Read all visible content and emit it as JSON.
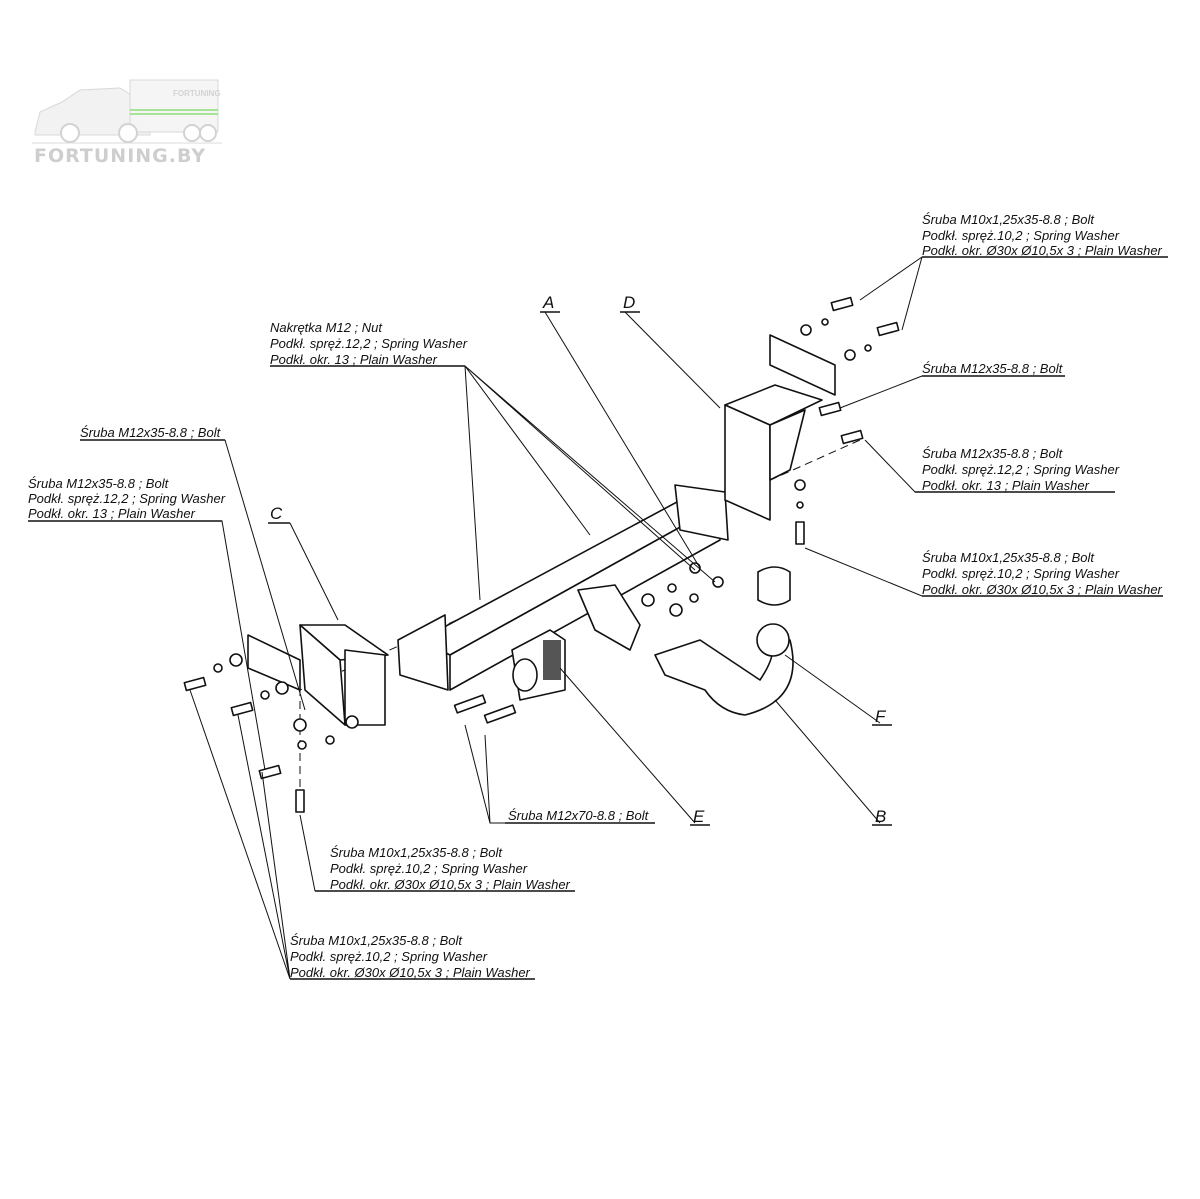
{
  "logo": {
    "brand": "FORTUNING.BY",
    "trailer_text": "FORTUNING",
    "accent": "#9fe08a"
  },
  "parts": {
    "A": "A",
    "B": "B",
    "C": "C",
    "D": "D",
    "E": "E",
    "F": "F"
  },
  "callouts": {
    "top_right_bolt": [
      "Śruba M10x1,25x35-8.8 ;  Bolt",
      "Podkł. spręż.10,2 ; Spring Washer",
      "Podkł. okr.  Ø30x Ø10,5x 3 ; Plain Washer"
    ],
    "right_m12_bolt": [
      "Śruba M12x35-8.8 ;  Bolt"
    ],
    "right_m12_set": [
      "Śruba M12x35-8.8 ;  Bolt",
      "Podkł. spręż.12,2 ; Spring Washer",
      "Podkł. okr. 13 ; Plain Washer"
    ],
    "right_m10_set": [
      "Śruba M10x1,25x35-8.8 ;  Bolt",
      "Podkł. spręż.10,2 ; Spring Washer",
      "Podkł. okr.  Ø30x Ø10,5x 3 ; Plain Washer"
    ],
    "nut_set": [
      "Nakrętka  M12 ; Nut",
      "Podkł. spręż.12,2 ; Spring Washer",
      "Podkł. okr. 13 ; Plain Washer"
    ],
    "left_m12_bolt": [
      "Śruba M12x35-8.8 ;  Bolt"
    ],
    "left_m12_set": [
      "Śruba M12x35-8.8 ;  Bolt",
      "Podkł. spręż.12,2 ; Spring Washer",
      "Podkł. okr. 13 ; Plain Washer"
    ],
    "bottom_m12x70": [
      "Śruba M12x70-8.8 ;  Bolt"
    ],
    "bottom_m10_set": [
      "Śruba M10x1,25x35-8.8 ;  Bolt",
      "Podkł. spręż.10,2 ; Spring Washer",
      "Podkł. okr.  Ø30x Ø10,5x 3 ; Plain Washer"
    ],
    "lower_m10_set": [
      "Śruba M10x1,25x35-8.8 ;  Bolt",
      "Podkł. spręż.10,2 ; Spring Washer",
      "Podkł. okr.  Ø30x Ø10,5x 3 ; Plain Washer"
    ]
  }
}
